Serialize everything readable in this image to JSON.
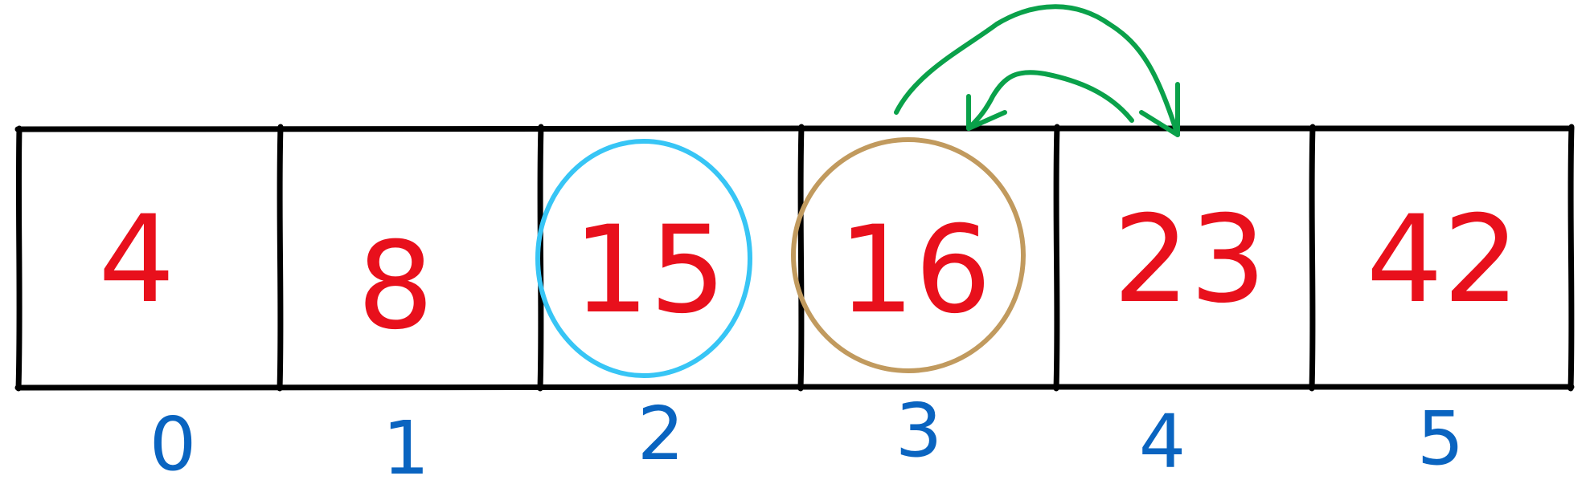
{
  "array": {
    "values": [
      "4",
      "8",
      "15",
      "16",
      "23",
      "42"
    ],
    "indices": [
      "0",
      "1",
      "2",
      "3",
      "4",
      "5"
    ]
  },
  "highlights": [
    {
      "index": 2,
      "color": "#37c5f5"
    },
    {
      "index": 3,
      "color": "#c19a5e"
    }
  ],
  "colors": {
    "grid": "#000000",
    "values": "#e8101c",
    "indices": "#0a64c0",
    "arrow": "#0aa14a"
  }
}
